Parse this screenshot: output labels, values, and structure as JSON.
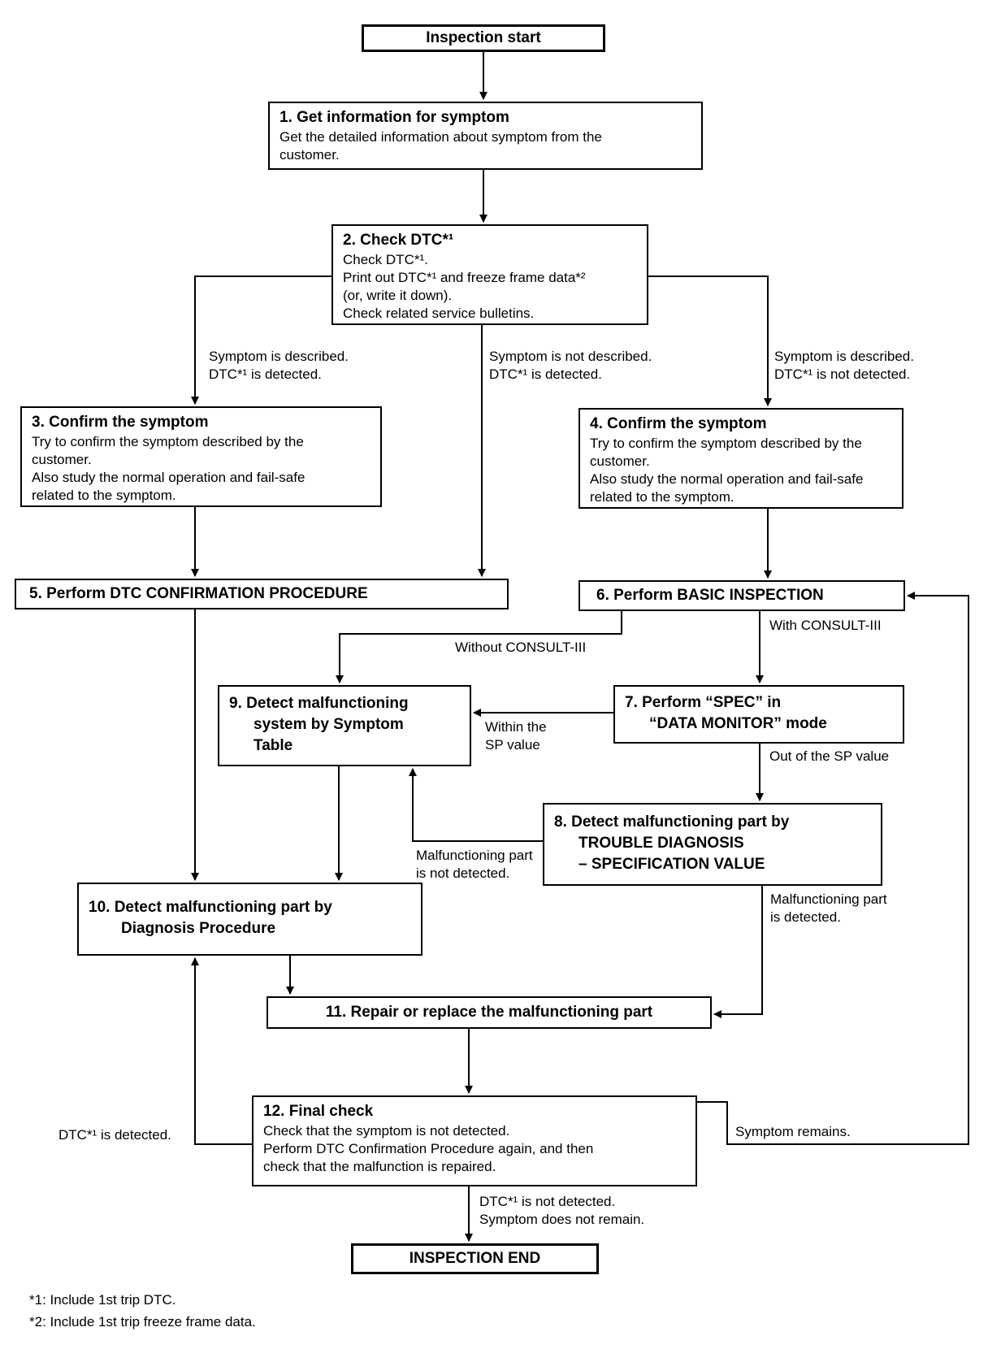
{
  "flowchart": {
    "nodes": {
      "start": {
        "label": "Inspection start"
      },
      "n1": {
        "title": "1. Get information for symptom",
        "body": "Get the detailed information about symptom from the\ncustomer."
      },
      "n2": {
        "title": "2. Check DTC*¹",
        "body": "Check DTC*¹.\nPrint out DTC*¹ and freeze frame data*²\n(or, write it down).\nCheck related service bulletins."
      },
      "n3": {
        "title": "3. Confirm the symptom",
        "body": "Try to confirm the symptom described by the\ncustomer.\nAlso study the normal operation and fail-safe\nrelated to the symptom."
      },
      "n4": {
        "title": "4. Confirm the symptom",
        "body": "Try to confirm the symptom described by the\ncustomer.\nAlso study the normal operation and fail-safe\nrelated to the symptom."
      },
      "n5": {
        "title": "5. Perform DTC CONFIRMATION PROCEDURE"
      },
      "n6": {
        "title": "6. Perform BASIC INSPECTION"
      },
      "n7": {
        "title": "7. Perform “SPEC” in\n“DATA MONITOR” mode"
      },
      "n8": {
        "title": "8. Detect malfunctioning part by\nTROUBLE DIAGNOSIS\n– SPECIFICATION VALUE"
      },
      "n9": {
        "title": "9. Detect malfunctioning\nsystem by Symptom\nTable"
      },
      "n10": {
        "title": "10. Detect malfunctioning part by\nDiagnosis Procedure"
      },
      "n11": {
        "title": "11. Repair or replace the malfunctioning part"
      },
      "n12": {
        "title": "12. Final check",
        "body": "Check that the symptom is not detected.\nPerform DTC Confirmation Procedure again, and then\ncheck that the malfunction is repaired."
      },
      "end": {
        "label": "INSPECTION END"
      }
    },
    "edge_labels": {
      "branch_left": "Symptom is described.\nDTC*¹ is detected.",
      "branch_mid": "Symptom is not described.\nDTC*¹ is detected.",
      "branch_right": "Symptom is described.\nDTC*¹ is not detected.",
      "without_consult": "Without CONSULT-III",
      "with_consult": "With CONSULT-III",
      "within_sp": "Within the\nSP value",
      "out_sp": "Out of the SP value",
      "part_not_detected": "Malfunctioning part\nis not detected.",
      "part_detected": "Malfunctioning part\nis detected.",
      "dtc_detected": "DTC*¹ is detected.",
      "symptom_remains": "Symptom remains.",
      "dtc_not_detected": "DTC*¹ is not detected.\nSymptom does not remain."
    },
    "footnotes": [
      "*1: Include 1st trip DTC.",
      "*2: Include 1st trip freeze frame data."
    ],
    "colors": {
      "background": "#ffffff",
      "line": "#000000",
      "text": "#000000"
    }
  }
}
